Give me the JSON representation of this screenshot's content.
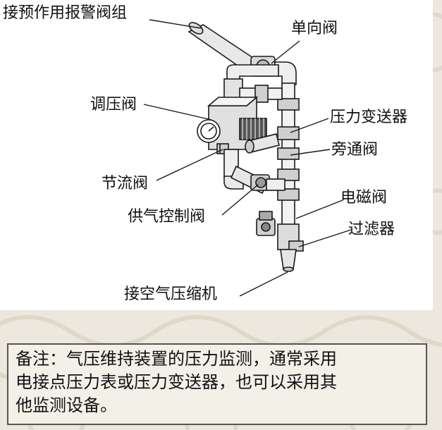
{
  "labels": {
    "alarm_valve": "接预作用报警阀组",
    "check_valve": "单向阀",
    "pressure_regulator": "调压阀",
    "pressure_transmitter": "压力变送器",
    "bypass_valve": "旁通阀",
    "throttle_valve": "节流阀",
    "solenoid_valve": "电磁阀",
    "air_supply_valve": "供气控制阀",
    "filter": "过滤器",
    "compressor": "接空气压缩机"
  },
  "note": {
    "line1": "备注：气压维持装置的压力监测，通常采用",
    "line2": "电接点压力表或压力变送器，也可以采用其",
    "line3": "他监测设备。"
  }
}
